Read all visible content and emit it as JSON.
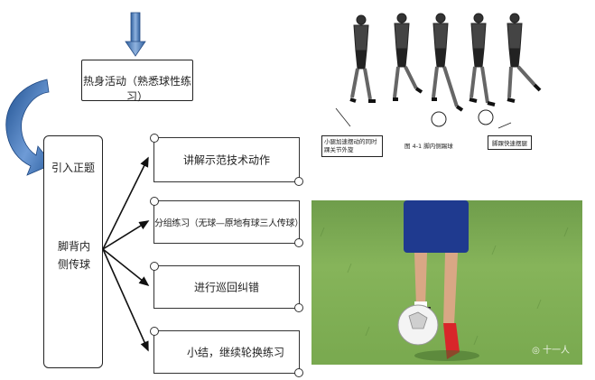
{
  "diagram": {
    "warmup_label": "热身活动（熟悉球性练习）",
    "intro_label": "引入正题",
    "skill_label": "脚背内侧传球",
    "steps": [
      "讲解示范技术动作",
      "分组练习（无球—原地有球三人传球）",
      "进行巡回纠错",
      "小结，继续轮换练习"
    ]
  },
  "figure": {
    "caption_left": "小腿加速摆动的同时踝关节外旋",
    "caption_center": "图 4-1  脚内侧踢球",
    "caption_right": "脚踝快速摆腿"
  },
  "watermark": "十一人"
}
